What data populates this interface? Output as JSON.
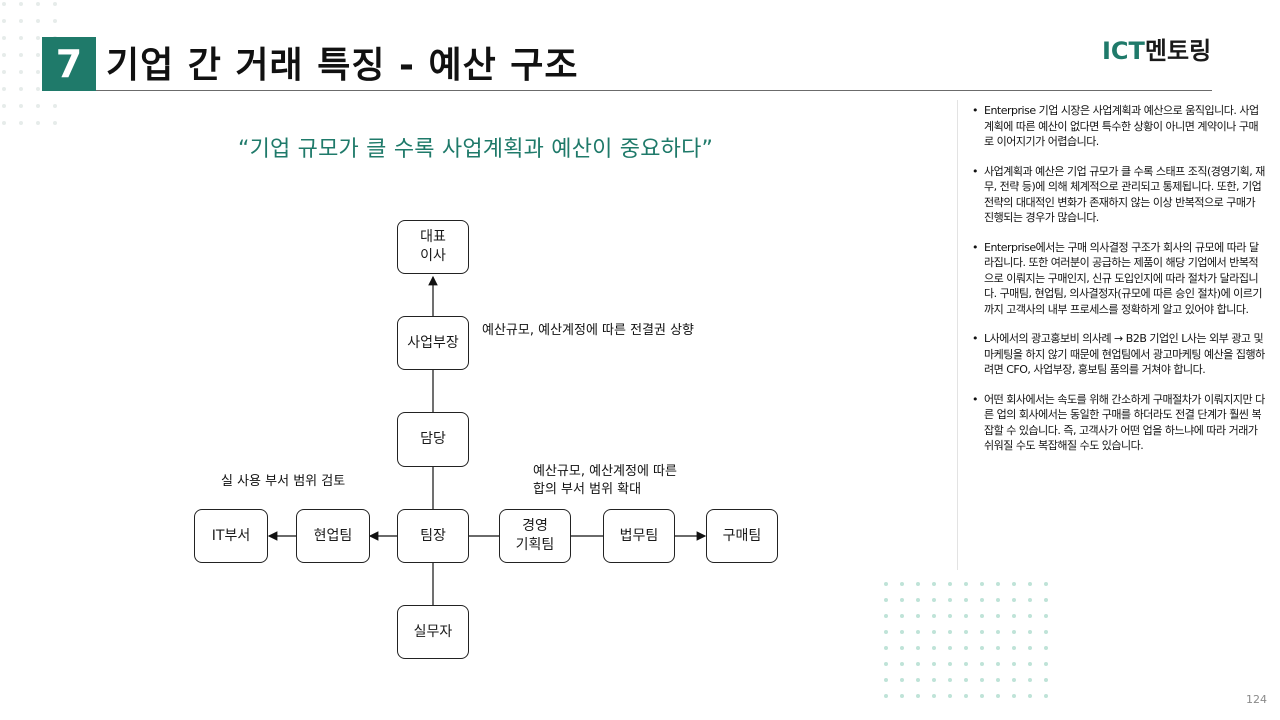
{
  "slide": {
    "number": "7",
    "title": "기업 간 거래 특징 - 예산 구조",
    "logo_ict": "ICT",
    "logo_mentoring": "멘토링",
    "quote": "“기업 규모가 클 수록 사업계획과 예산이 중요하다”",
    "page": "124"
  },
  "diagram": {
    "nodes": {
      "ceo": "대표\n이사",
      "division_head": "사업부장",
      "manager": "담당",
      "team_lead": "팀장",
      "staff": "실무자",
      "business_team": "현업팀",
      "it_dept": "IT부서",
      "planning_team": "경영\n기획팀",
      "legal_team": "법무팀",
      "purchasing_team": "구매팀"
    },
    "annotations": {
      "approval_up": "예산규모, 예산계정에 따른 전결권 상향",
      "review_scope": "실 사용 부서 범위 검토",
      "expand_scope": "예산규모, 예산계정에 따른\n합의 부서 범위 확대"
    }
  },
  "notes": [
    "Enterprise 기업 시장은 사업계획과 예산으로 움직입니다. 사업계획에 따른 예산이 없다면 특수한 상황이 아니면 계약이나 구매로 이어지기가 어렵습니다.",
    "사업계획과 예산은 기업 규모가 클 수록 스태프 조직(경영기획, 재무, 전략 등)에 의해 체계적으로 관리되고 통제됩니다. 또한, 기업 전략의 대대적인 변화가 존재하지 않는 이상 반복적으로 구매가 진행되는 경우가 많습니다.",
    "Enterprise에서는 구매 의사결정 구조가 회사의 규모에 따라 달라집니다. 또한 여러분이 공급하는 제품이 해당 기업에서 반복적으로 이뤄지는 구매인지, 신규 도입인지에 따라 절차가 달라집니다. 구매팀, 현업팀, 의사결정자(규모에 따른 승인 절차)에 이르기 까지 고객사의 내부 프로세스를 정확하게 알고 있어야 합니다.",
    "L사에서의 광고홍보비 의사례 → B2B 기업인 L사는 외부 광고 및 마케팅을 하지 않기 때문에 현업팀에서 광고마케팅 예산을 집행하려면 CFO, 사업부장, 홍보팀 품의를 거쳐야 합니다.",
    "어떤 회사에서는 속도를 위해 간소하게 구매절차가 이뤄지지만 다른 업의 회사에서는 동일한 구매를 하더라도 전결 단계가 훨씬 복잡할 수 있습니다. 즉, 고객사가 어떤 업을 하느냐에 따라 거래가 쉬워질 수도 복잡해질 수도 있습니다."
  ],
  "colors": {
    "accent": "#1f7a6a",
    "dots_light": "#bfe3d8"
  }
}
